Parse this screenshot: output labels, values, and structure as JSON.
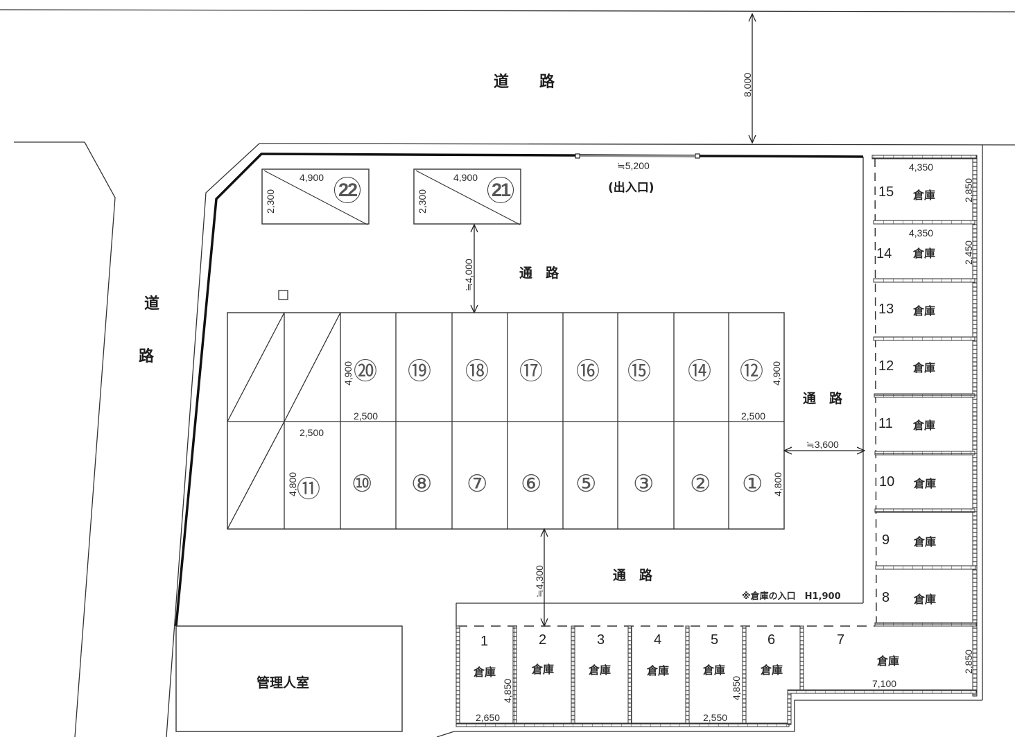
{
  "roads": {
    "top": "道　　路",
    "left_top": "道",
    "left_bottom": "路",
    "top_width": "8,000"
  },
  "entrance": {
    "width": "≒5,200",
    "label": "(出入口)"
  },
  "passages": {
    "north": "通　路",
    "east": "通　路",
    "south": "通　路",
    "north_width": "≒4,000",
    "east_width": "≒3,600",
    "south_width": "≒4,300"
  },
  "manager_room": "管理人室",
  "warehouse_note": "※倉庫の入口　H1,900",
  "small_square": "□",
  "parking_north": [
    {
      "id": "22",
      "length": "4,900",
      "width": "2,300"
    },
    {
      "id": "21",
      "length": "4,900",
      "width": "2,300"
    }
  ],
  "parking_top_row": {
    "spaces": [
      "⑳",
      "⑲",
      "⑱",
      "⑰",
      "⑯",
      "⑮",
      "⑭",
      "⑫"
    ],
    "depth_left": "4,900",
    "depth_right": "4,900",
    "width_left": "2,500",
    "width_right": "2,500"
  },
  "parking_bottom_row": {
    "spaces": [
      "⑪",
      "⑩",
      "⑧",
      "⑦",
      "⑥",
      "⑤",
      "③",
      "②",
      "①"
    ],
    "depth_left": "4,800",
    "depth_right": "4,800",
    "width_left": "2,500"
  },
  "warehouses_east": [
    {
      "num": "15",
      "label": "倉庫",
      "width": "4,350",
      "depth": "2,850"
    },
    {
      "num": "14",
      "label": "倉庫",
      "width": "4,350",
      "depth": "2,450"
    },
    {
      "num": "13",
      "label": "倉庫"
    },
    {
      "num": "12",
      "label": "倉庫"
    },
    {
      "num": "11",
      "label": "倉庫"
    },
    {
      "num": "10",
      "label": "倉庫"
    },
    {
      "num": "9",
      "label": "倉庫"
    },
    {
      "num": "8",
      "label": "倉庫"
    }
  ],
  "warehouses_south": [
    {
      "num": "1",
      "label": "倉庫",
      "width": "2,650",
      "depth": "4,850"
    },
    {
      "num": "2",
      "label": "倉庫"
    },
    {
      "num": "3",
      "label": "倉庫"
    },
    {
      "num": "4",
      "label": "倉庫"
    },
    {
      "num": "5",
      "label": "倉庫",
      "width": "2,550",
      "depth": "4,850"
    },
    {
      "num": "6",
      "label": "倉庫"
    },
    {
      "num": "7",
      "label": "倉庫",
      "width": "7,100",
      "depth": "2,850"
    }
  ]
}
